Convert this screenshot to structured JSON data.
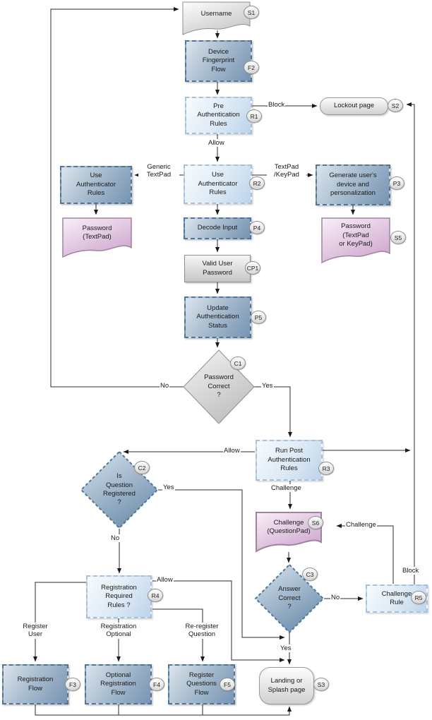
{
  "diagram": {
    "nodes": {
      "s1": {
        "label": "Username",
        "badge": "S1"
      },
      "f2": {
        "label": "Device\nFingerprint\nFlow",
        "badge": "F2"
      },
      "r1": {
        "label": "Pre\nAuthentication\nRules",
        "badge": "R1"
      },
      "s2": {
        "label": "Lockout page",
        "badge": "S2"
      },
      "uar": {
        "label": "Use\nAuthenticator\nRules"
      },
      "r2": {
        "label": "Use\nAuthenticator\nRules",
        "badge": "R2"
      },
      "p3": {
        "label": "Generate user's\ndevice and\npersonalization",
        "badge": "P3"
      },
      "pw": {
        "label": "Password\n(TextPad)"
      },
      "p4": {
        "label": "Decode Input",
        "badge": "P4"
      },
      "s5": {
        "label": "Password\n(TextPad\nor KeyPad)",
        "badge": "S5"
      },
      "cp1": {
        "label": "Valid User\nPassword",
        "badge": "CP1"
      },
      "p5": {
        "label": "Update\nAuthentication\nStatus",
        "badge": "P5"
      },
      "c1": {
        "label": "Password\nCorrect\n?",
        "badge": "C1"
      },
      "r3": {
        "label": "Run Post\nAuthentication\nRules",
        "badge": "R3"
      },
      "c2": {
        "label": "Is\nQuestion\nRegistered\n?",
        "badge": "C2"
      },
      "s6": {
        "label": "Challenge\n(QuestionPad)",
        "badge": "S6"
      },
      "c3": {
        "label": "Answer\nCorrect\n?",
        "badge": "C3"
      },
      "r5": {
        "label": "Challenge\nRule",
        "badge": "R5"
      },
      "r4": {
        "label": "Registration\nRequired\nRules ?",
        "badge": "R4"
      },
      "f3": {
        "label": "Registration\nFlow",
        "badge": "F3"
      },
      "f4": {
        "label": "Optional\nRegistration\nFlow",
        "badge": "F4"
      },
      "f5": {
        "label": "Register\nQuestions\nFlow",
        "badge": "F5"
      },
      "s3": {
        "label": "Landing or\nSplash page",
        "badge": "S3"
      }
    },
    "edge_labels": {
      "c1_no": "No",
      "c1_yes": "Yes",
      "r1_block": "Block",
      "r1_allow": "Allow",
      "r2_generic_textpad": "Generic\nTextPad",
      "r2_textpad_keypad": "TextPad\n/KeyPad",
      "r3_allow": "Allow",
      "r3_challenge": "Challenge",
      "c2_yes": "Yes",
      "c2_no": "No",
      "r4_allow": "Allow",
      "r4_register_user": "Register\nUser",
      "r4_registration_optional": "Registration\nOptional",
      "r4_reregister_question": "Re-register\nQuestion",
      "c3_no": "No",
      "c3_yes": "Yes",
      "r5_challenge": "Challenge",
      "r5_block": "Block"
    },
    "colors": {
      "flow_box_dark": "#7694b3",
      "flow_box_border": "#4f759b",
      "rule_box_light": "#dce9f5",
      "rule_box_border": "#a4c2dd",
      "document_pink": "#d0a9d0",
      "document_pink_border": "#a183a1",
      "neutral_gray": "#d0d0d0",
      "line": "#2b2b2b"
    }
  }
}
